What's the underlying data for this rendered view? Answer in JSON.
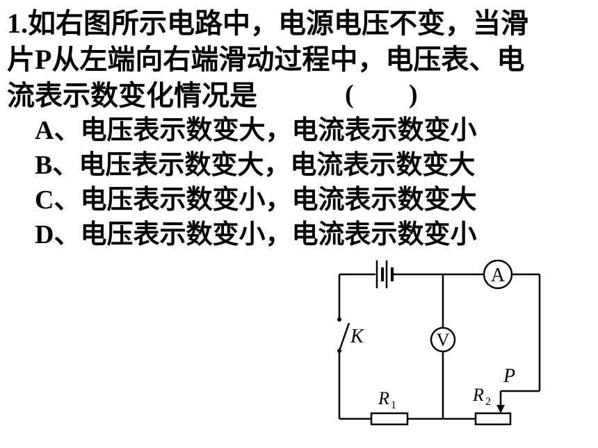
{
  "question": {
    "number": "1.",
    "line1": "如右图所示电路中，电源电压不变，当滑",
    "line2_a": "片",
    "line2_p": "P",
    "line2_b": "从左端向右端滑动过程中，电压表、电",
    "line3": "流表示数变化情况是",
    "paren_open": "(",
    "paren_close": ")"
  },
  "options": [
    {
      "letter": "A",
      "text": "、电压表示数变大，电流表示数变小"
    },
    {
      "letter": "B",
      "text": "、电压表示数变大，电流表示数变大"
    },
    {
      "letter": "C",
      "text": "、电压表示数变小，电流表示数变大"
    },
    {
      "letter": "D",
      "text": "、电压表示数变小，电流表示数变小"
    }
  ],
  "circuit": {
    "ammeter_label": "A",
    "voltmeter_label": "V",
    "switch_label": "K",
    "slider_label": "P",
    "r1_label": "R",
    "r1_sub": "1",
    "r2_label": "R",
    "r2_sub": "2"
  }
}
